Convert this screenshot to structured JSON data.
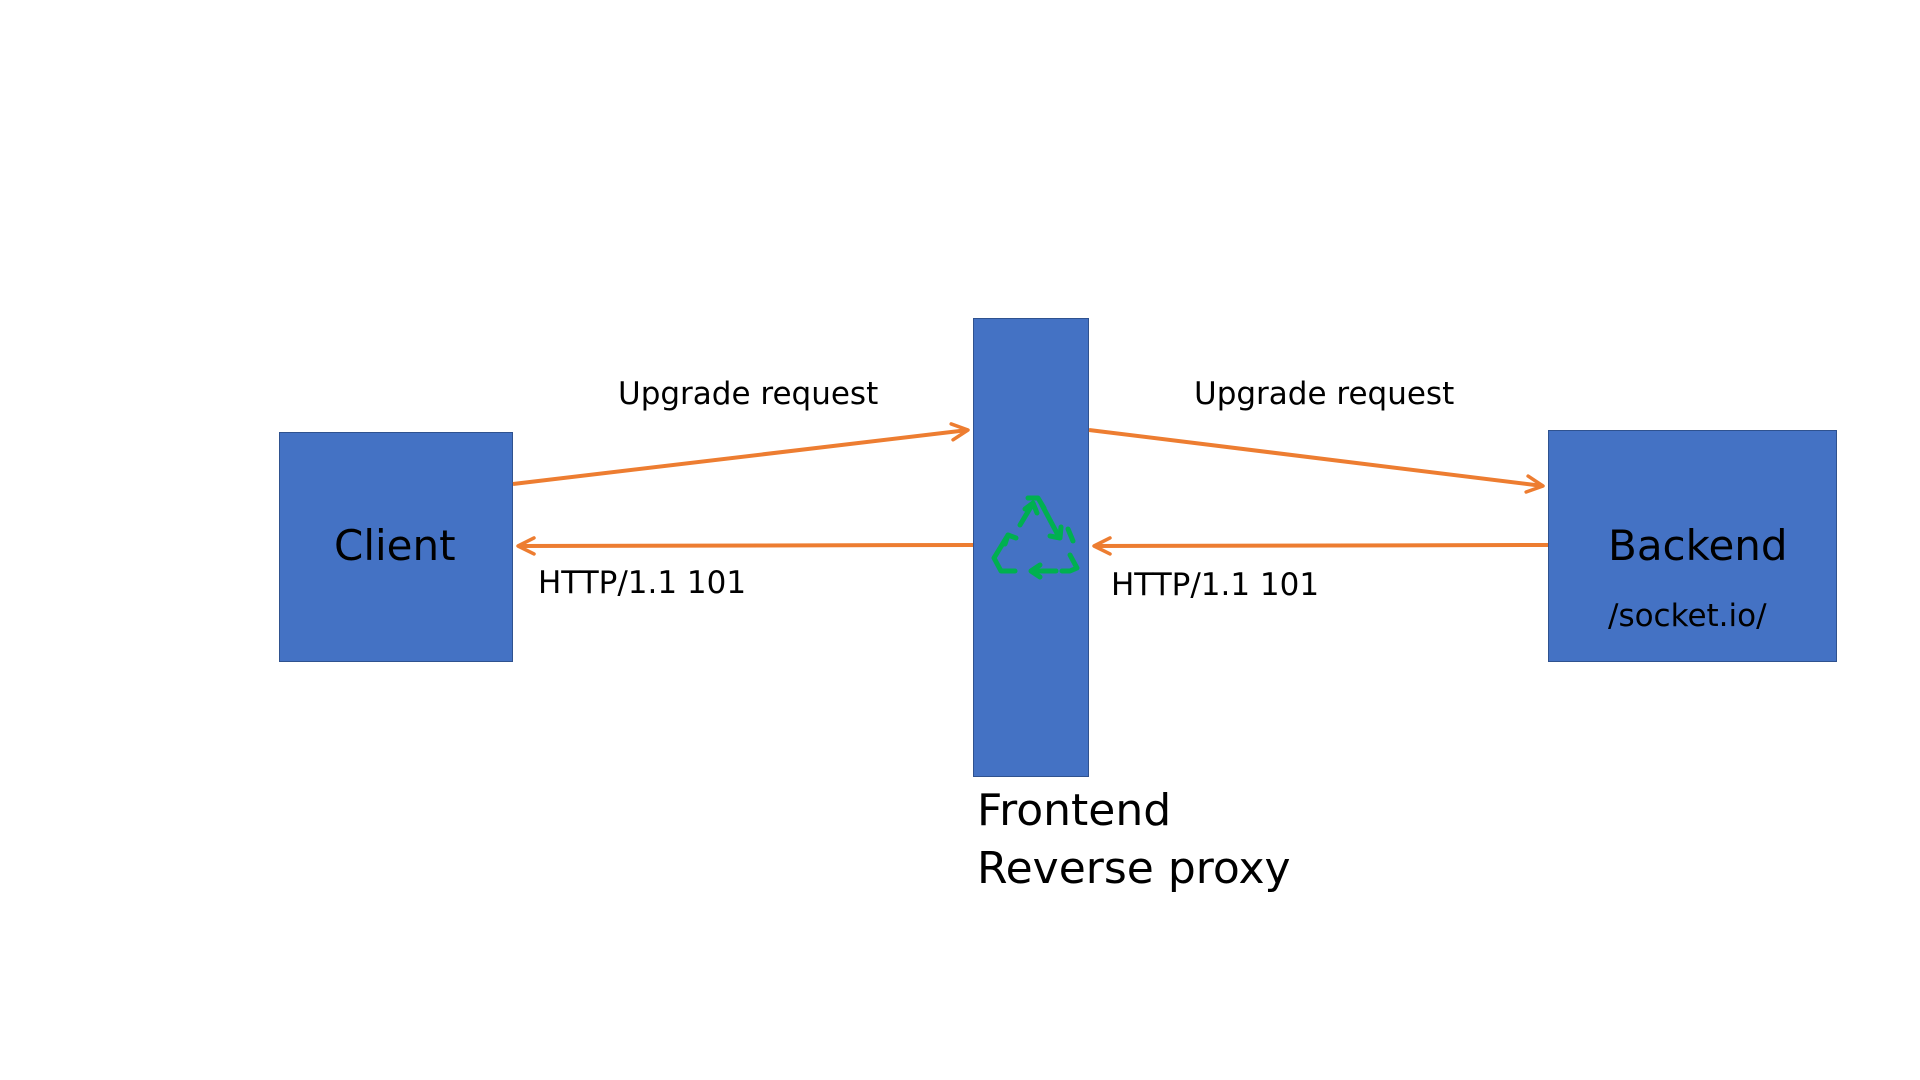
{
  "nodes": {
    "client": {
      "label": "Client"
    },
    "proxy": {
      "line1": "Frontend",
      "line2": "Reverse proxy",
      "icon": "recycle-icon"
    },
    "backend": {
      "label": "Backend",
      "path": "/socket.io/"
    }
  },
  "edges": {
    "client_to_proxy": {
      "label": "Upgrade request"
    },
    "proxy_to_backend": {
      "label": "Upgrade request"
    },
    "proxy_to_client": {
      "label": "HTTP/1.1 101"
    },
    "backend_to_proxy": {
      "label": "HTTP/1.1 101"
    }
  },
  "colors": {
    "box_fill": "#4472c4",
    "box_border": "#2f528f",
    "arrow": "#ed7d31",
    "icon": "#00b050"
  }
}
